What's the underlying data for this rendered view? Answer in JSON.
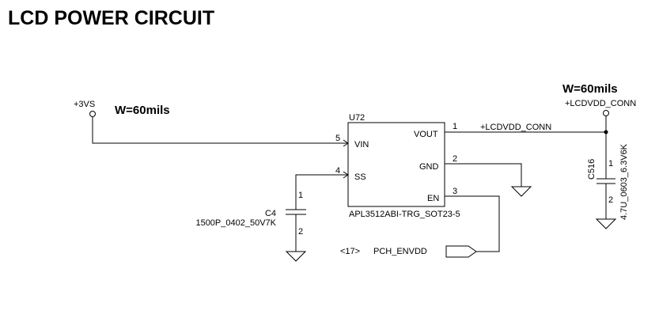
{
  "title": "LCD POWER CIRCUIT",
  "notes": {
    "width_left": "W=60mils",
    "width_right": "W=60mils"
  },
  "power_input": {
    "net": "+3VS"
  },
  "power_output": {
    "net": "+LCDVDD_CONN"
  },
  "ic": {
    "refdes": "U72",
    "part": "APL3512ABI-TRG_SOT23-5",
    "pins": [
      {
        "num": "5",
        "name": "VIN"
      },
      {
        "num": "4",
        "name": "SS"
      },
      {
        "num": "1",
        "name": "VOUT"
      },
      {
        "num": "2",
        "name": "GND"
      },
      {
        "num": "3",
        "name": "EN"
      }
    ]
  },
  "output_net_label": "+LCDVDD_CONN",
  "cap_c4": {
    "refdes": "C4",
    "value": "1500P_0402_50V7K",
    "pin_top": "1",
    "pin_bottom": "2"
  },
  "cap_c516": {
    "refdes": "C516",
    "value": "4.7U_0603_6.3V6K",
    "pin_top": "1",
    "pin_bottom": "2"
  },
  "enable_signal": {
    "ref": "<17>",
    "net": "PCH_ENVDD"
  }
}
